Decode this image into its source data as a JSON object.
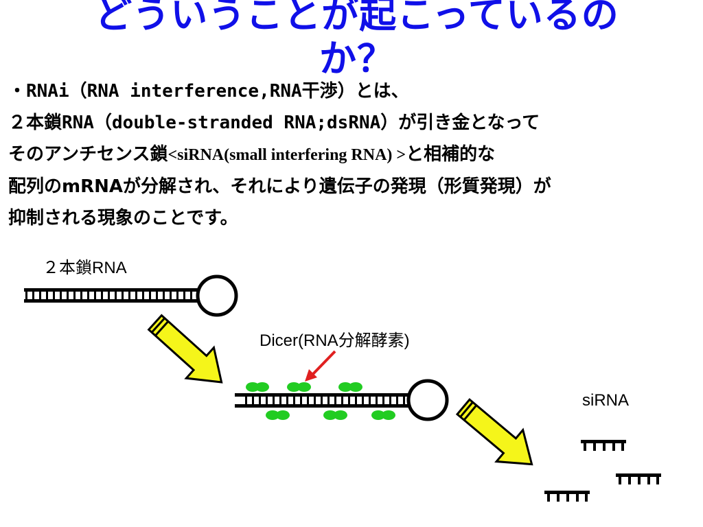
{
  "slide": {
    "title": "どういうことが起こっているのか？",
    "paragraph": {
      "line1": "・RNAi（RNA interference,RNA干渉）とは、",
      "line2": "２本鎖RNA（double-stranded RNA;dsRNA）が引き金となって",
      "line3_pre": "そのアンチセンス鎖",
      "line3_mid": "<siRNA(small interfering RNA) >",
      "line3_post": "と相補的な",
      "line4": "配列のmRNAが分解され、それにより遺伝子の発現（形質発現）が",
      "line5": "抑制される現象のことです。"
    }
  },
  "diagram": {
    "dsrna_label": "２本鎖RNA",
    "dicer_label": "Dicer(RNA分解酵素)",
    "sirna_label": "siRNA",
    "colors": {
      "title": "#1010e8",
      "arrow_fill": "#f5f51a",
      "dicer_green": "#22cc22",
      "pointer_red": "#e02020",
      "strand": "#000000"
    }
  }
}
